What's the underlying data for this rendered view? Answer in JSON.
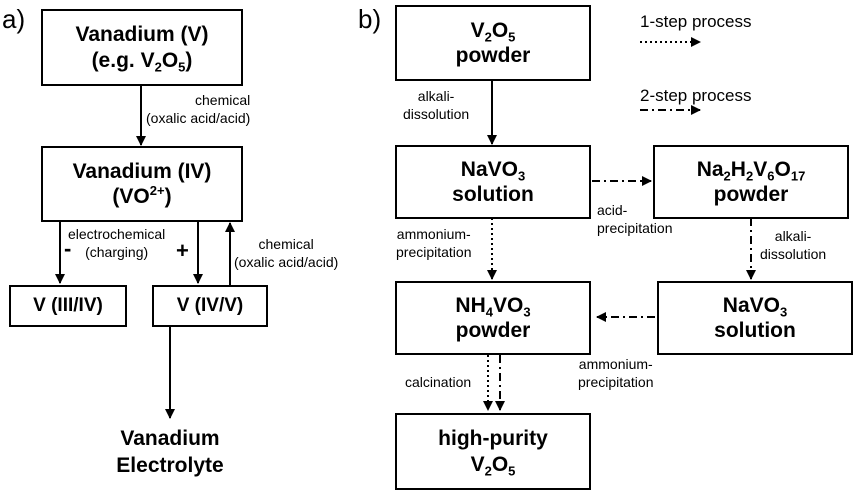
{
  "panel_a": {
    "label": "a)",
    "vanadium_v_box": {
      "line1": "Vanadium (V)",
      "line2_prefix": "(e.g. V",
      "line2_sub1": "2",
      "line2_mid": "O",
      "line2_sub2": "5",
      "line2_suffix": ")"
    },
    "chemical_label_1": {
      "line1": "chemical",
      "line2": "(oxalic acid/acid)"
    },
    "vanadium_iv_box": {
      "line1": "Vanadium (IV)",
      "line2_prefix": "(VO",
      "line2_sup": "2+",
      "line2_suffix": ")"
    },
    "electrochemical_label": {
      "line1": "electrochemical",
      "line2": "(charging)"
    },
    "minus_sign": "-",
    "plus_sign": "+",
    "chemical_label_2": {
      "line1": "chemical",
      "line2": "(oxalic acid/acid)"
    },
    "v_iii_iv_box": "V (III/IV)",
    "v_iv_v_box": "V (IV/V)",
    "electrolyte": {
      "line1": "Vanadium",
      "line2": "Electrolyte"
    }
  },
  "panel_b": {
    "label": "b)",
    "v2o5_powder_box": {
      "f1": "V",
      "s1": "2",
      "f2": "O",
      "s2": "5",
      "line2": "powder"
    },
    "alkali_dissolution_label_1": {
      "line1": "alkali-",
      "line2": "dissolution"
    },
    "navo3_solution_box_1": {
      "f1": "NaVO",
      "s1": "3",
      "line2": "solution"
    },
    "acid_precipitation_label": {
      "line1": "acid-",
      "line2": "precipitation"
    },
    "na2h2v6o17_box": {
      "f1": "Na",
      "s1": "2",
      "f2": "H",
      "s2": "2",
      "f3": "V",
      "s3": "6",
      "f4": "O",
      "s4": "17",
      "line2": "powder"
    },
    "ammonium_precipitation_label_1": {
      "line1": "ammonium-",
      "line2": "precipitation"
    },
    "alkali_dissolution_label_2": {
      "line1": "alkali-",
      "line2": "dissolution"
    },
    "nh4vo3_box": {
      "f1": "NH",
      "s1": "4",
      "f2": "VO",
      "s2": "3",
      "line2": "powder"
    },
    "navo3_solution_box_2": {
      "f1": "NaVO",
      "s1": "3",
      "line2": "solution"
    },
    "ammonium_precipitation_label_2": {
      "line1": "ammonium-",
      "line2": "precipitation"
    },
    "calcination_label": "calcination",
    "high_purity_box": {
      "line1": "high-purity",
      "f1": "V",
      "s1": "2",
      "f2": "O",
      "s2": "5"
    }
  },
  "legend": {
    "one_step": "1-step process",
    "two_step": "2-step process"
  }
}
